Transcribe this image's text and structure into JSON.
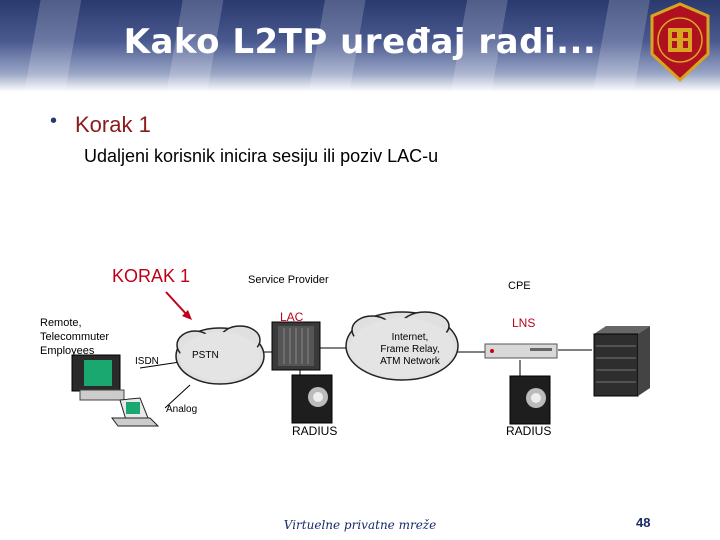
{
  "slide": {
    "title": "Kako L2TP uređaj radi...",
    "step_title": "Korak 1",
    "step_text": "Udaljeni korisnik inicira sesiju ili poziv LAC-u",
    "footer": "Virtuelne privatne mreže",
    "page_number": "48"
  },
  "diagram": {
    "step_label": "KORAK 1",
    "service_provider": "Service Provider",
    "cpe": "CPE",
    "remote_line1": "Remote,",
    "remote_line2": "Telecommuter",
    "remote_line3": "Employees",
    "isdn": "ISDN",
    "pstn": "PSTN",
    "lac": "LAC",
    "lns": "LNS",
    "internet_line1": "Internet,",
    "internet_line2": "Frame Relay,",
    "internet_line3": "ATM Network",
    "analog": "Analog",
    "radius_left": "RADIUS",
    "radius_right": "RADIUS"
  },
  "colors": {
    "header_dark": "#2a3a6e",
    "step_red": "#8b1a1a",
    "label_red": "#c0001a",
    "logo_red": "#b01020",
    "logo_gold": "#d9a520"
  }
}
